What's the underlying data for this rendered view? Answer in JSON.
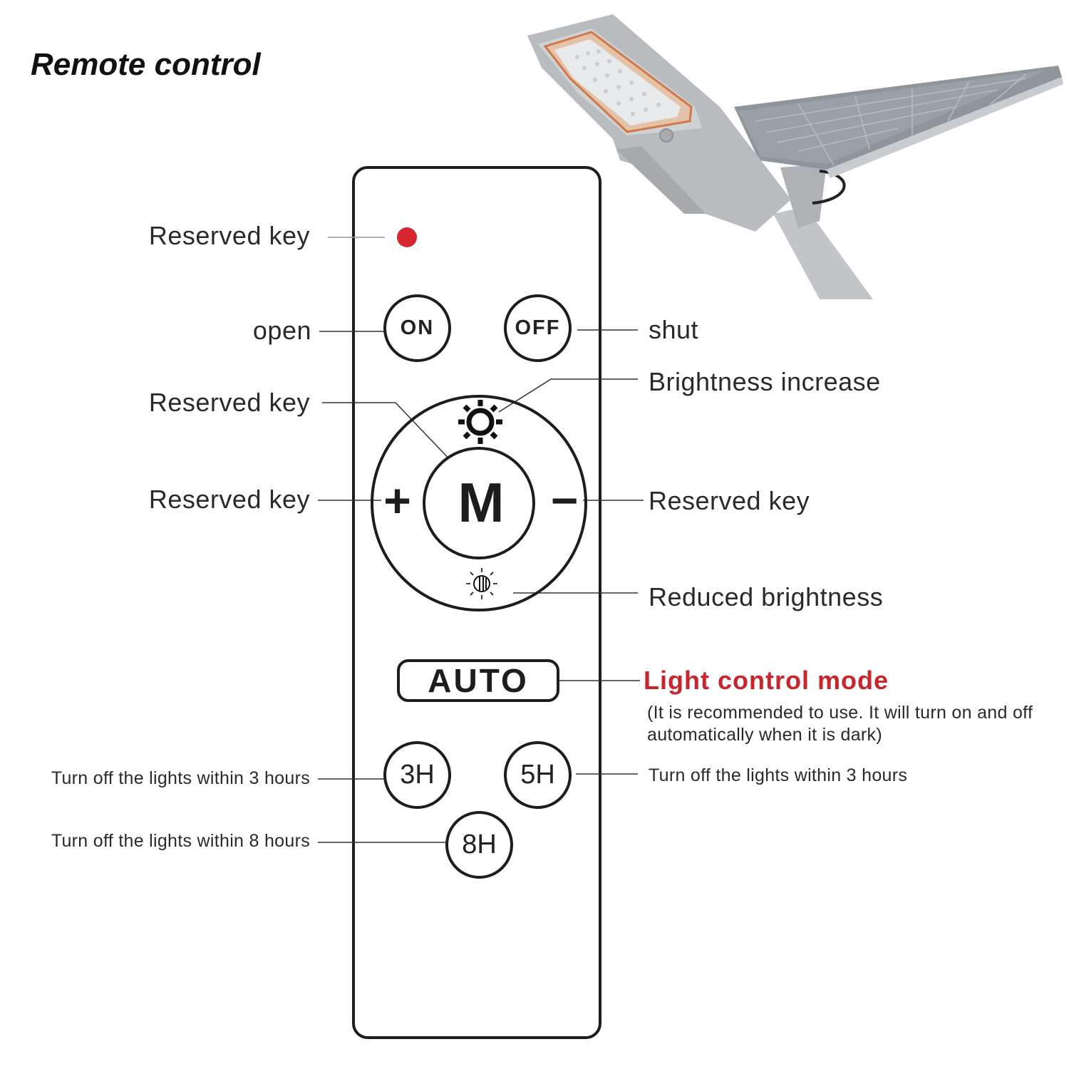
{
  "title": "Remote control",
  "remote": {
    "keys": {
      "on": "ON",
      "off": "OFF",
      "mode": "M",
      "plus": "+",
      "minus": "−",
      "auto": "AUTO",
      "h3": "3H",
      "h5": "5H",
      "h8": "8H"
    },
    "indicator_color": "#d7262e"
  },
  "labels": {
    "reserved_top": "Reserved key",
    "open": "open",
    "shut": "shut",
    "brightness_increase": "Brightness increase",
    "reserved_mode": "Reserved key",
    "reserved_plus": "Reserved key",
    "reserved_minus": "Reserved key",
    "reduced_brightness": "Reduced brightness",
    "light_control_mode": "Light control mode",
    "light_control_note": "(It is recommended to use. It will turn on and off automatically when it is dark)",
    "turn_off_3h": "Turn off the lights within 3 hours",
    "turn_off_5h": "Turn off the lights within 3 hours",
    "turn_off_8h": "Turn off the lights within 8 hours"
  },
  "colors": {
    "accent_red": "#c8252d",
    "lamp_gray": "#b9bcbf"
  }
}
